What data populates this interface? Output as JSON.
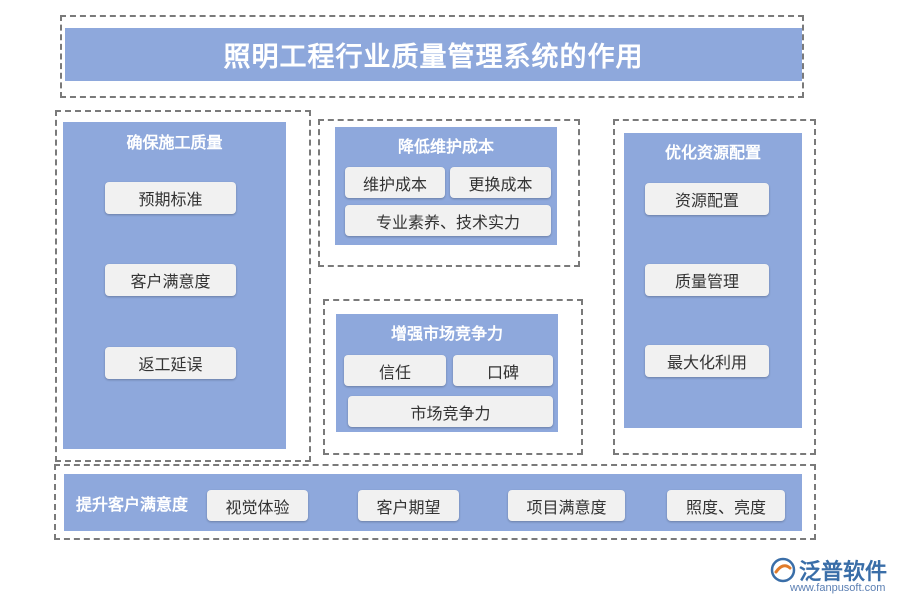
{
  "title": "照明工程行业质量管理系统的作用",
  "left_panel": {
    "title": "确保施工质量",
    "items": [
      "预期标准",
      "客户满意度",
      "返工延误"
    ]
  },
  "mid_top_panel": {
    "title": "降低维护成本",
    "items": [
      "维护成本",
      "更换成本",
      "专业素养、技术实力"
    ]
  },
  "mid_bottom_panel": {
    "title": "增强市场竞争力",
    "items": [
      "信任",
      "口碑",
      "市场竞争力"
    ]
  },
  "right_panel": {
    "title": "优化资源配置",
    "items": [
      "资源配置",
      "质量管理",
      "最大化利用"
    ]
  },
  "bottom_panel": {
    "title": "提升客户满意度",
    "items": [
      "视觉体验",
      "客户期望",
      "项目满意度",
      "照度、亮度"
    ]
  },
  "logo": {
    "name": "泛普软件",
    "url": "www.fanpusoft.com"
  },
  "colors": {
    "panel": "#8ea8dc",
    "pill": "#f1f1f1",
    "border": "#7a7a7a",
    "title_text": "#ffffff"
  }
}
